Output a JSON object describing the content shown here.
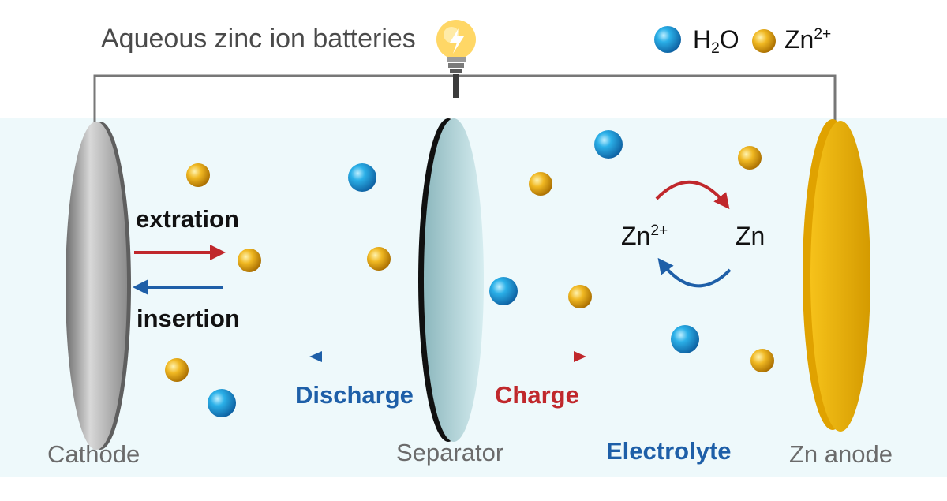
{
  "title": "Aqueous zinc ion batteries",
  "legend": {
    "water": "H2O",
    "water_sub": "2",
    "zinc_ion": "Zn",
    "zinc_ion_sup": "2+",
    "colors": {
      "water": "#1e9fde",
      "zinc": "#e8ac1a"
    }
  },
  "components": {
    "cathode": "Cathode",
    "separator": "Separator",
    "electrolyte": "Electrolyte",
    "anode": "Zn anode"
  },
  "processes": {
    "extraction": "extration",
    "insertion": "insertion",
    "discharge": "Discharge",
    "charge": "Charge"
  },
  "reaction": {
    "ion": "Zn",
    "ion_sup": "2+",
    "metal": "Zn"
  },
  "icons": {
    "bulb": "lightbulb-icon"
  },
  "colors": {
    "background_band": "#eef9fb",
    "charge_arrow": "#c0282c",
    "discharge_arrow": "#1e5fa8"
  }
}
